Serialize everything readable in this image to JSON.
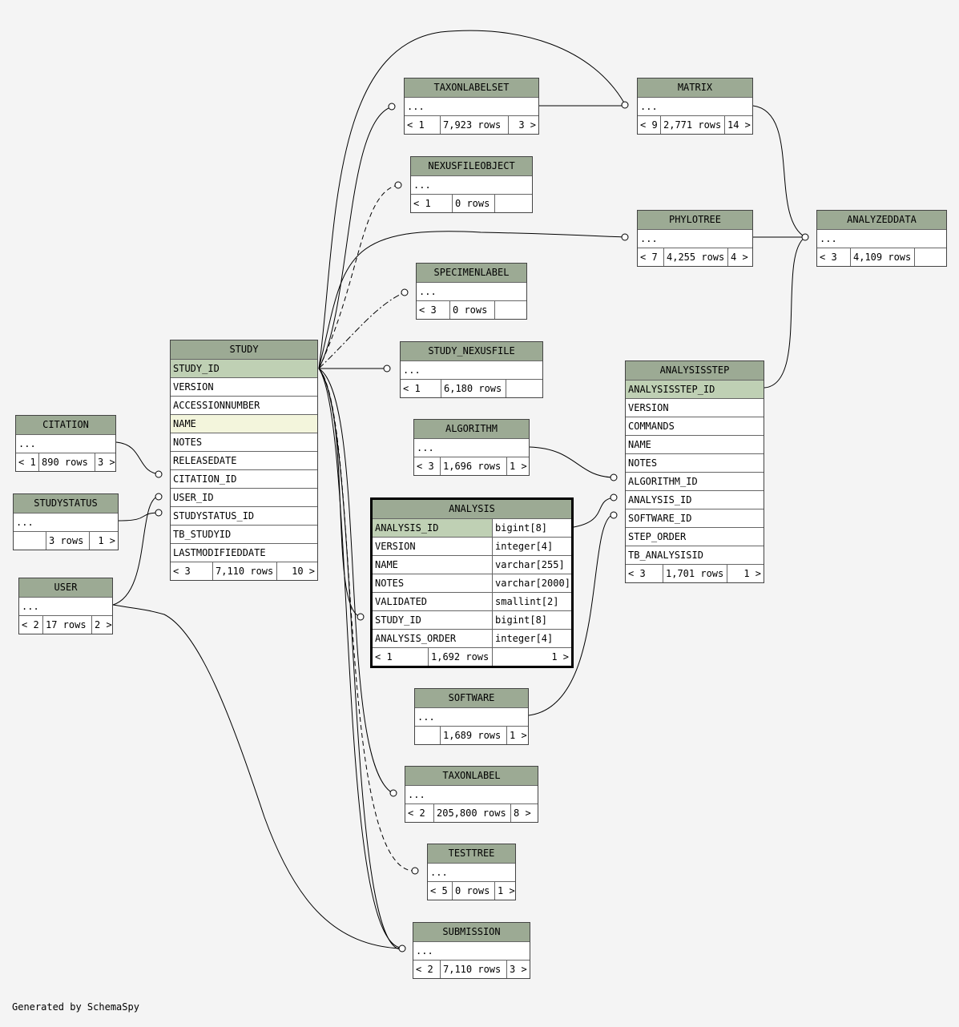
{
  "footer_text": "Generated by SchemaSpy",
  "colors": {
    "header": "#9caa94",
    "primary_key": "#bfd0b4",
    "highlight": "#f3f5dc",
    "background": "#f4f4f4"
  },
  "tables": {
    "taxonlabelset": {
      "name": "TAXONLABELSET",
      "columns": [
        "..."
      ],
      "footer": [
        "< 1",
        "7,923 rows",
        "3 >"
      ]
    },
    "matrix": {
      "name": "MATRIX",
      "columns": [
        "..."
      ],
      "footer": [
        "< 9",
        "2,771 rows",
        "14 >"
      ]
    },
    "nexusfileobject": {
      "name": "NEXUSFILEOBJECT",
      "columns": [
        "..."
      ],
      "footer": [
        "< 1",
        "0 rows",
        ""
      ]
    },
    "phylotree": {
      "name": "PHYLOTREE",
      "columns": [
        "..."
      ],
      "footer": [
        "< 7",
        "4,255 rows",
        "4 >"
      ]
    },
    "analyzeddata": {
      "name": "ANALYZEDDATA",
      "columns": [
        "..."
      ],
      "footer": [
        "< 3",
        "4,109 rows",
        ""
      ]
    },
    "specimenlabel": {
      "name": "SPECIMENLABEL",
      "columns": [
        "..."
      ],
      "footer": [
        "< 3",
        "0 rows",
        ""
      ]
    },
    "study_nexusfile": {
      "name": "STUDY_NEXUSFILE",
      "columns": [
        "..."
      ],
      "footer": [
        "< 1",
        "6,180 rows",
        ""
      ]
    },
    "study": {
      "name": "STUDY",
      "columns": [
        "STUDY_ID",
        "VERSION",
        "ACCESSIONNUMBER",
        "NAME",
        "NOTES",
        "RELEASEDATE",
        "CITATION_ID",
        "USER_ID",
        "STUDYSTATUS_ID",
        "TB_STUDYID",
        "LASTMODIFIEDDATE"
      ],
      "footer": [
        "< 3",
        "7,110 rows",
        "10 >"
      ]
    },
    "analysisstep": {
      "name": "ANALYSISSTEP",
      "columns": [
        "ANALYSISSTEP_ID",
        "VERSION",
        "COMMANDS",
        "NAME",
        "NOTES",
        "ALGORITHM_ID",
        "ANALYSIS_ID",
        "SOFTWARE_ID",
        "STEP_ORDER",
        "TB_ANALYSISID"
      ],
      "footer": [
        "< 3",
        "1,701 rows",
        "1 >"
      ]
    },
    "citation": {
      "name": "CITATION",
      "columns": [
        "..."
      ],
      "footer": [
        "< 1",
        "890 rows",
        "3 >"
      ]
    },
    "algorithm": {
      "name": "ALGORITHM",
      "columns": [
        "..."
      ],
      "footer": [
        "< 3",
        "1,696 rows",
        "1 >"
      ]
    },
    "studystatus": {
      "name": "STUDYSTATUS",
      "columns": [
        "..."
      ],
      "footer": [
        "",
        "3 rows",
        "1 >"
      ]
    },
    "analysis": {
      "name": "ANALYSIS",
      "columns": [
        "ANALYSIS_ID",
        "VERSION",
        "NAME",
        "NOTES",
        "VALIDATED",
        "STUDY_ID",
        "ANALYSIS_ORDER"
      ],
      "types": [
        "bigint[8]",
        "integer[4]",
        "varchar[255]",
        "varchar[2000]",
        "smallint[2]",
        "bigint[8]",
        "integer[4]"
      ],
      "footer": [
        "< 1",
        "1,692 rows",
        "1 >"
      ]
    },
    "user": {
      "name": "USER",
      "columns": [
        "..."
      ],
      "footer": [
        "< 2",
        "17 rows",
        "2 >"
      ]
    },
    "software": {
      "name": "SOFTWARE",
      "columns": [
        "..."
      ],
      "footer": [
        "",
        "1,689 rows",
        "1 >"
      ]
    },
    "taxonlabel": {
      "name": "TAXONLABEL",
      "columns": [
        "..."
      ],
      "footer": [
        "< 2",
        "205,800 rows",
        "8 >"
      ]
    },
    "testtree": {
      "name": "TESTTREE",
      "columns": [
        "..."
      ],
      "footer": [
        "< 5",
        "0 rows",
        "1 >"
      ]
    },
    "submission": {
      "name": "SUBMISSION",
      "columns": [
        "..."
      ],
      "footer": [
        "< 2",
        "7,110 rows",
        "3 >"
      ]
    }
  }
}
